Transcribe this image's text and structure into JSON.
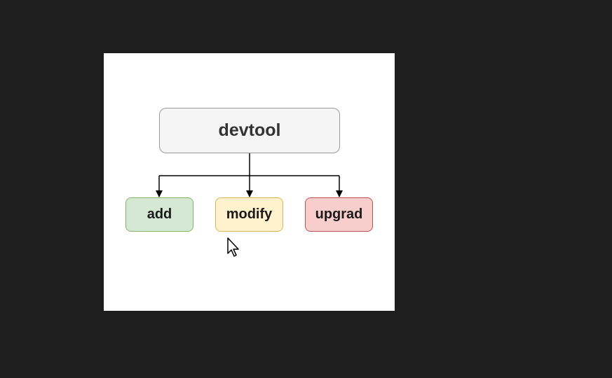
{
  "diagram": {
    "root": {
      "label": "devtool",
      "fill": "#f5f5f5",
      "stroke": "#999999"
    },
    "children": [
      {
        "label": "add",
        "fill": "#d5e8d4",
        "stroke": "#82b366"
      },
      {
        "label": "modify",
        "fill": "#fff2cc",
        "stroke": "#d6b656"
      },
      {
        "label": "upgrad",
        "fill": "#f8cecc",
        "stroke": "#b85450"
      }
    ],
    "connector_color": "#000000",
    "background": "#ffffff"
  },
  "cursor": {
    "icon": "mouse-pointer-icon"
  }
}
